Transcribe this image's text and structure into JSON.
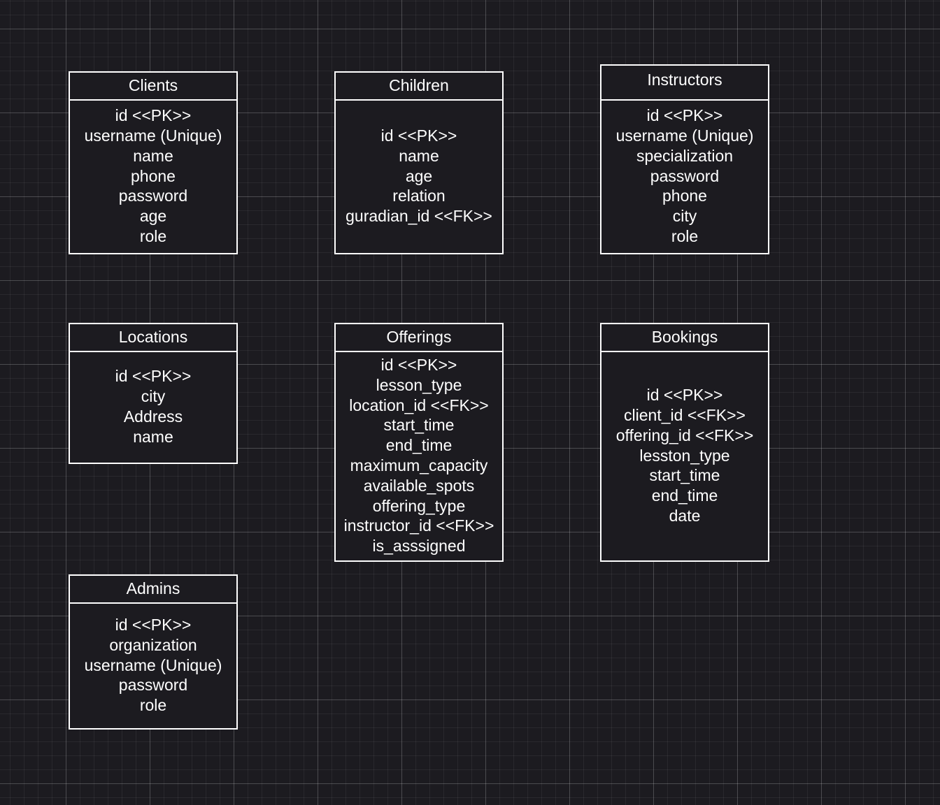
{
  "entities": [
    {
      "key": "clients",
      "title": "Clients",
      "fields": [
        "id <<PK>>",
        "username (Unique)",
        "name",
        "phone",
        "password",
        "age",
        "role"
      ]
    },
    {
      "key": "children",
      "title": "Children",
      "fields": [
        "id <<PK>>",
        "name",
        "age",
        "relation",
        "guradian_id <<FK>>"
      ]
    },
    {
      "key": "instructors",
      "title": "Instructors",
      "fields": [
        "id <<PK>>",
        "username (Unique)",
        "specialization",
        "password",
        "phone",
        "city",
        "role"
      ]
    },
    {
      "key": "locations",
      "title": "Locations",
      "fields": [
        "id <<PK>>",
        "city",
        "Address",
        "name"
      ]
    },
    {
      "key": "offerings",
      "title": "Offerings",
      "fields": [
        "id <<PK>>",
        "lesson_type",
        "location_id <<FK>>",
        "start_time",
        "end_time",
        "maximum_capacity",
        "available_spots",
        "offering_type",
        "instructor_id <<FK>>",
        "is_asssigned"
      ]
    },
    {
      "key": "bookings",
      "title": "Bookings",
      "fields": [
        "id <<PK>>",
        "client_id <<FK>>",
        "offering_id <<FK>>",
        "lesston_type",
        "start_time",
        "end_time",
        "date"
      ]
    },
    {
      "key": "admins",
      "title": "Admins",
      "fields": [
        "id <<PK>>",
        "organization",
        "username (Unique)",
        "password",
        "role"
      ]
    }
  ]
}
